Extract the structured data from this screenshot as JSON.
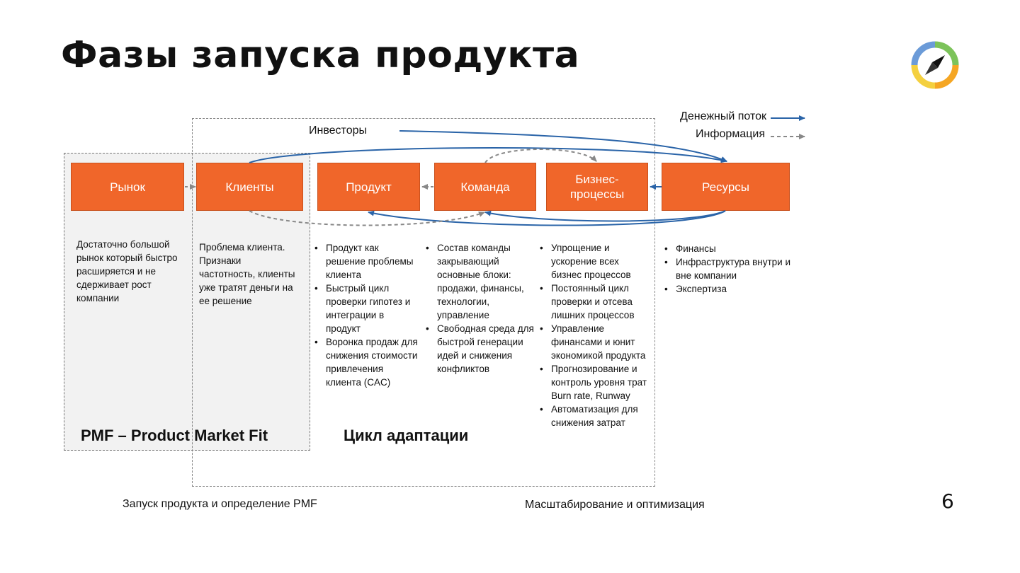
{
  "slide": {
    "title": "Фазы запуска продукта",
    "page_number": "6"
  },
  "legend": {
    "money_flow": "Денежный поток",
    "information": "Информация",
    "investors": "Инвесторы"
  },
  "boxes": {
    "market": "Рынок",
    "clients": "Клиенты",
    "product": "Продукт",
    "team": "Команда",
    "business_processes": "Бизнес-\nпроцессы",
    "resources": "Ресурсы"
  },
  "notes": {
    "market": "Достаточно большой рынок который быстро расширяется и не сдерживает рост компании",
    "clients": "Проблема клиента. Признаки частотность, клиенты уже тратят деньги на ее решение",
    "product": [
      "Продукт как решение проблемы клиента",
      "Быстрый цикл проверки гипотез и интеграции в продукт",
      "Воронка продаж для снижения стоимости привлечения клиента (CAC)"
    ],
    "team": [
      "Состав команды закрывающий основные блоки: продажи, финансы, технологии, управление",
      "Свободная среда для быстрой генерации идей и снижения конфликтов"
    ],
    "business_processes": [
      "Упрощение и ускорение всех бизнес процессов",
      "Постоянный цикл проверки и отсева лишних процессов",
      "Управление финансами и юнит экономикой продукта",
      "Прогнозирование и контроль уровня трат Burn rate, Runway",
      "Автоматизация для снижения затрат"
    ],
    "resources": [
      "Финансы",
      "Инфраструктура внутри и вне компании",
      "Экспертиза"
    ]
  },
  "labels": {
    "pmf": "PMF – Product Market Fit",
    "adaptation_cycle": "Цикл адаптации"
  },
  "footer": {
    "left": "Запуск продукта и определение PMF",
    "right": "Масштабирование и оптимизация"
  },
  "colors": {
    "box": "#f0662a",
    "money_arrow": "#2a64a8",
    "info_arrow": "#888888"
  }
}
